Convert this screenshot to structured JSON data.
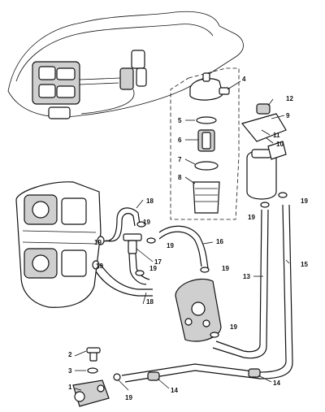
{
  "callouts": {
    "c1": "1",
    "c2": "2",
    "c3": "3",
    "c4": "4",
    "c5": "5",
    "c6": "6",
    "c7": "7",
    "c8": "8",
    "c9": "9",
    "c10": "10",
    "c11": "11",
    "c12": "12",
    "c13": "13",
    "c14a": "14",
    "c14b": "14",
    "c15": "15",
    "c16": "16",
    "c17": "17",
    "c18a": "18",
    "c18b": "18",
    "c19a": "19",
    "c19b": "19",
    "c19c": "19",
    "c19d": "19",
    "c19e": "19",
    "c19f": "19",
    "c19g": "19",
    "c19h": "19",
    "c19i": "19",
    "c19j": "19"
  }
}
